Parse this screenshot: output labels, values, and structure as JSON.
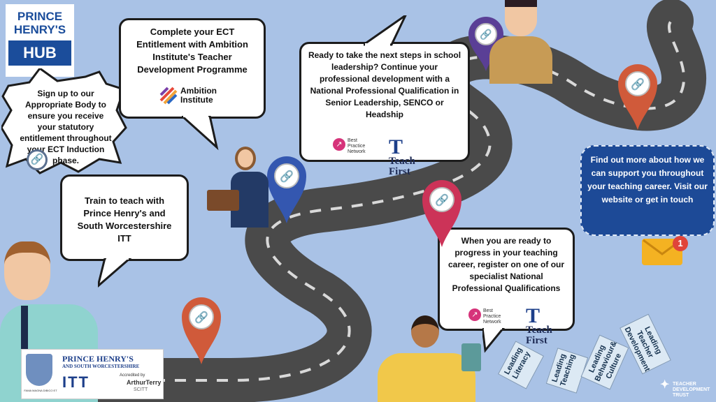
{
  "logo": {
    "line1": "PRINCE",
    "line2": "HENRY'S",
    "line3": "HUB"
  },
  "bubbles": {
    "appropriate_body": "Sign up to our Appropriate Body to ensure you receive your statutory entitlement throughout your ECT Induction phase.",
    "ect": "Complete your ECT Entitlement with Ambition Institute's Teacher Development Programme",
    "leadership": "Ready to take the next steps in school leadership? Continue your professional development with a National Professional Qualification in Senior Leadership, SENCO or Headship",
    "itt": "Train to teach with Prince Henry's and South Worcestershire ITT",
    "specialist": "When you are ready to progress in your teaching career, register on one of our specialist National Professional Qualifications",
    "support": "Find out more about how we can support you throughout your teaching career. Visit our website or get in touch"
  },
  "ambition": {
    "line1": "Ambition",
    "line2": "Institute"
  },
  "bpn": {
    "line1": "Best",
    "line2": "Practice",
    "line3": "Network"
  },
  "teachfirst": {
    "letter": "T",
    "line1": "Teach",
    "line2": "First"
  },
  "notification_count": "1",
  "tags": [
    "Leading Literacy",
    "Leading Teaching",
    "Leading Behaviour& Culture",
    "Leading Teacher Development"
  ],
  "itt_logo": {
    "title1": "PRINCE HENRY'S",
    "title2": "AND SOUTH WORCESTERSHIRE",
    "itt": "ITT",
    "accredited": "Accredited by",
    "arthur": "ArthurTerry",
    "scitt": "SCITT",
    "motto": "FAMA MAGNA DIBICO ET"
  },
  "tdt": {
    "line1": "TEACHER",
    "line2": "DEVELOPMENT",
    "line3": "TRUST"
  },
  "colors": {
    "road": "#4a4a4a",
    "navy": "#1b4d9b",
    "pin_purple": "#5a3f96",
    "pin_orange": "#d05a3a",
    "pin_blue": "#3457b0",
    "pin_pink": "#cc3358",
    "support_bg": "#1d4a97"
  }
}
